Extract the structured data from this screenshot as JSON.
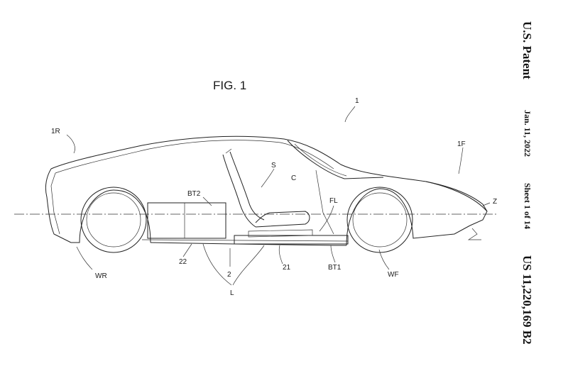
{
  "figure_title": "FIG. 1",
  "header": {
    "patent_type": "U.S. Patent",
    "date": "Jan. 11, 2022",
    "sheet": "Sheet 1 of 14",
    "patent_number": "US 11,220,169 B2"
  },
  "reference_labels": {
    "vehicle": "1",
    "rear": "1R",
    "front": "1F",
    "seat": "S",
    "cabin": "C",
    "battery_rear": "BT2",
    "battery_front": "BT1",
    "floor": "FL",
    "axis": "Z",
    "rear_wheel": "WR",
    "front_wheel": "WF",
    "frame_22": "22",
    "frame_21": "21",
    "part_2": "2",
    "length": "L"
  }
}
